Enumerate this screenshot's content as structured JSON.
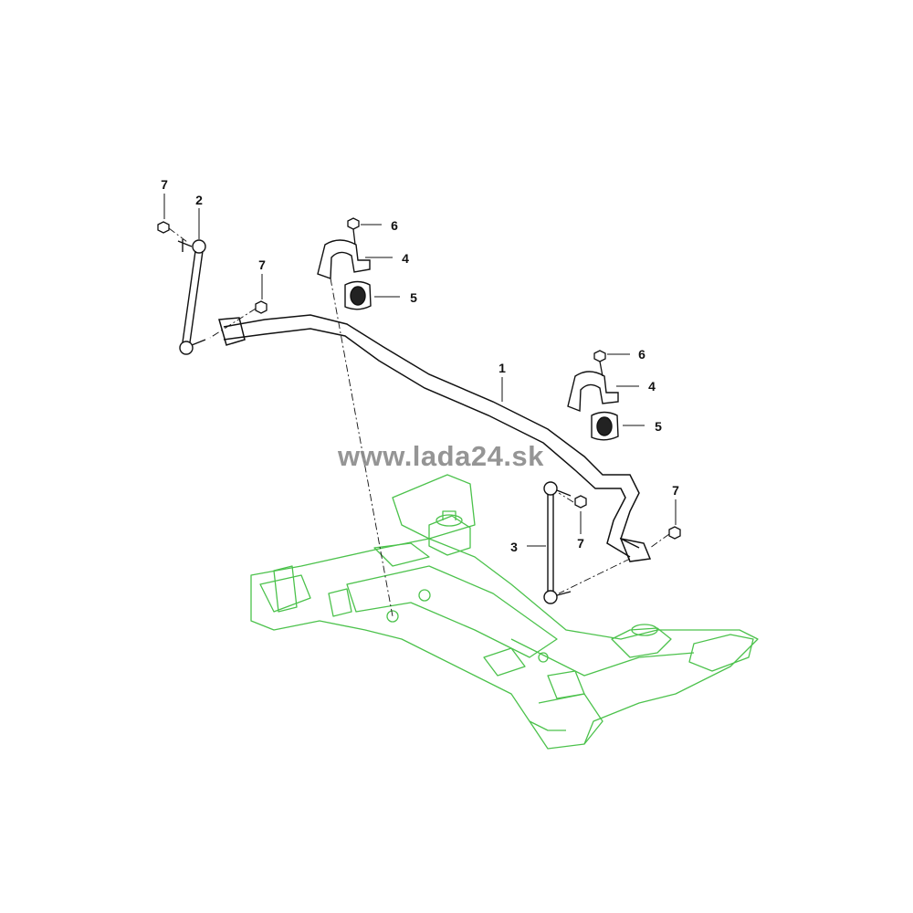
{
  "watermark": "www.lada24.sk",
  "callouts": {
    "c7a": "7",
    "c2": "2",
    "c7b": "7",
    "c6a": "6",
    "c4a": "4",
    "c5a": "5",
    "c1": "1",
    "c6b": "6",
    "c4b": "4",
    "c5b": "5",
    "c3": "3",
    "c7c": "7",
    "c7d": "7"
  },
  "colors": {
    "parts": "#111111",
    "subframe": "#4cc24c",
    "watermark": "#8a8a8a"
  }
}
